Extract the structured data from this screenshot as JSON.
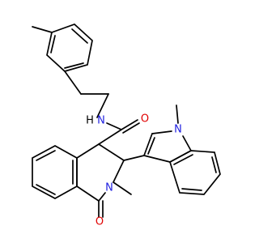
{
  "colors": {
    "bond": "#000000",
    "nitrogen": "#1f1fe0",
    "oxygen": "#e00000",
    "hydrogen": "#000000",
    "background": "#ffffff"
  },
  "labels": {
    "amide_nitrogen": "N",
    "amide_hydrogen": "H",
    "amide_oxygen": "O",
    "ring_nitrogen": "N",
    "lactam_oxygen": "O",
    "indole_nitrogen": "N"
  }
}
